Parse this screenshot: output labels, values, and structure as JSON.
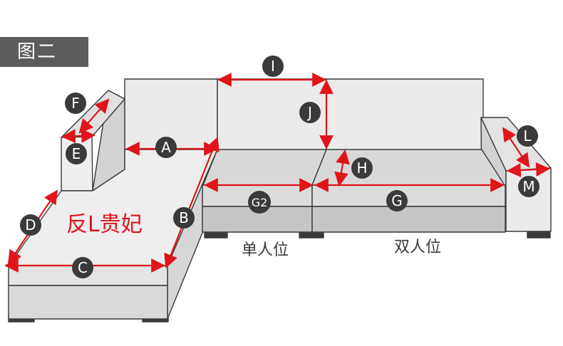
{
  "header": {
    "tab_label": "图二"
  },
  "sectional_label": "反L贵妃",
  "seat_labels": {
    "single": "单人位",
    "double": "双人位"
  },
  "dimension_markers": {
    "A": "A",
    "B": "B",
    "C": "C",
    "D": "D",
    "E": "E",
    "F": "F",
    "G": "G",
    "G2": "G2",
    "H": "H",
    "I": "I",
    "J": "J",
    "L": "L",
    "M": "M"
  },
  "colors": {
    "tab": "#5c5c5c",
    "arrow": "#e0141a",
    "marker": "#3a3a3a",
    "outline": "#3a3a3a",
    "fabric_light": "#ededed",
    "fabric_mid": "#d7d7d7",
    "fabric_dark": "#bdbdbd",
    "label_red": "#e0141a"
  }
}
